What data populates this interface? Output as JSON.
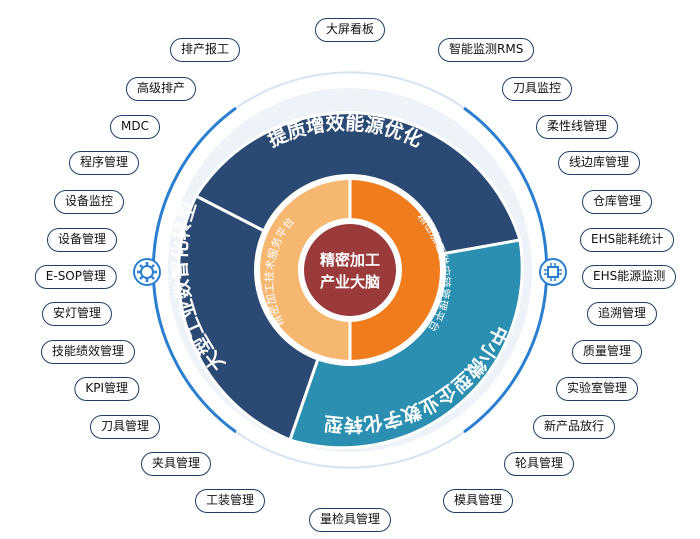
{
  "center_title_lines": [
    "精密加工",
    "产业大脑"
  ],
  "inner_ring": {
    "left_label": "精密加工技术服务平台",
    "right_label": "精密加工供应链管理平台"
  },
  "outer_ring": {
    "top_label": "提质增效能源优化",
    "left_label": "大型工业数智化转型",
    "bottom_label": "中小微型企业数字化转型"
  },
  "modules_top": "大屏看板",
  "modules_bottom": "量检具管理",
  "modules_left": [
    "排产报工",
    "高级排产",
    "MDC",
    "程序管理",
    "设备监控",
    "设备管理",
    "E-SOP管理",
    "安灯管理",
    "技能绩效管理",
    "KPI管理",
    "刀具管理",
    "夹具管理",
    "工装管理"
  ],
  "modules_right": [
    "智能监测RMS",
    "刀具监控",
    "柔性线管理",
    "线边库管理",
    "仓库管理",
    "EHS能耗统计",
    "EHS能源监测",
    "追溯管理",
    "质量管理",
    "实验室管理",
    "新产品放行",
    "轮具管理",
    "模具管理"
  ],
  "icons": {
    "left": "gear-icon",
    "right": "circuit-chip-icon"
  },
  "colors": {
    "navy": "#2a4a73",
    "teal": "#2a8fb0",
    "orange": "#ef7d1e",
    "light_orange": "#f6b870",
    "maroon": "#9a3a3a",
    "arc_blue": "#2b7fd0"
  }
}
